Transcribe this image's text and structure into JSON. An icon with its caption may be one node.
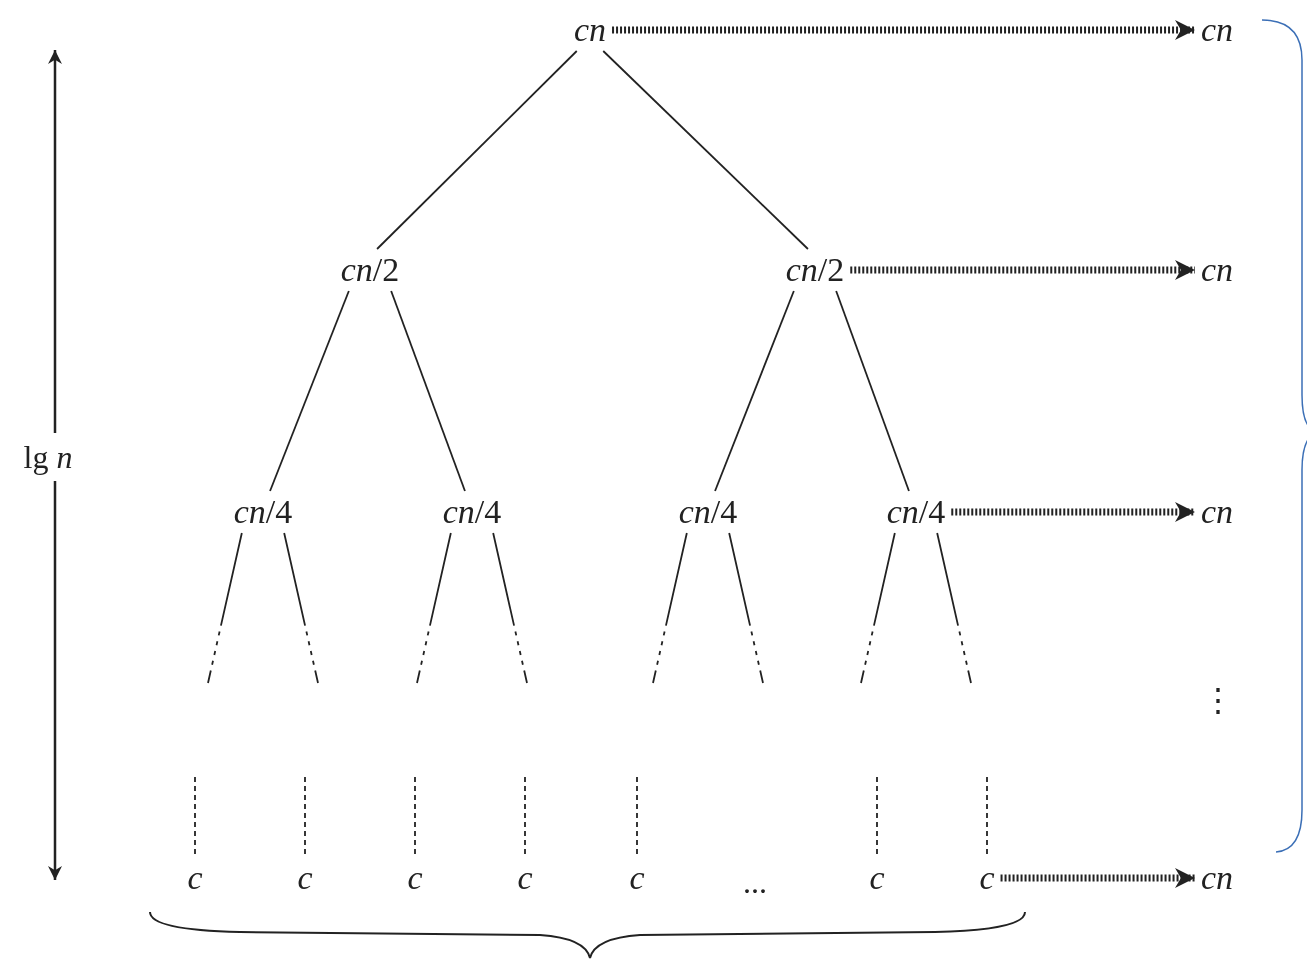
{
  "diagram": {
    "nodes": [
      {
        "text": [
          "cn"
        ]
      },
      {
        "text": [
          "*cn*/2"
        ]
      },
      {
        "text": [
          "*cn*/2"
        ]
      },
      {
        "text": [
          "*cn*/4"
        ]
      },
      {
        "text": [
          "*cn*/4"
        ]
      },
      {
        "text": [
          "*cn*/4"
        ]
      },
      {
        "text": [
          "*cn*/4"
        ]
      },
      {
        "text": [
          "c"
        ]
      },
      {
        "text": [
          "c"
        ]
      },
      {
        "text": [
          "c"
        ]
      },
      {
        "text": [
          "c"
        ]
      },
      {
        "text": [
          "c"
        ]
      },
      {
        "text": [
          "c"
        ]
      },
      {
        "text": [
          "c"
        ]
      },
      {
        "text": [
          "cn"
        ]
      },
      {
        "text": [
          "cn"
        ]
      },
      {
        "text": [
          "cn"
        ]
      },
      {
        "text": [
          "cn"
        ]
      }
    ],
    "edges": [
      {
        "from": 0,
        "to": 1,
        "arrow": "none"
      },
      {
        "from": 0,
        "to": 2,
        "arrow": "none"
      },
      {
        "from": 1,
        "to": 3,
        "arrow": "none"
      },
      {
        "from": 1,
        "to": 4,
        "arrow": "none"
      },
      {
        "from": 2,
        "to": 5,
        "arrow": "none"
      },
      {
        "from": 2,
        "to": 6,
        "arrow": "none"
      },
      {
        "from": 3,
        "to": null,
        "arrow": "none",
        "style": "dashed"
      },
      {
        "from": 3,
        "to": null,
        "arrow": "none",
        "style": "dashed"
      },
      {
        "from": 4,
        "to": null,
        "arrow": "none",
        "style": "dashed"
      },
      {
        "from": 4,
        "to": null,
        "arrow": "none",
        "style": "dashed"
      },
      {
        "from": 5,
        "to": null,
        "arrow": "none",
        "style": "dashed"
      },
      {
        "from": 5,
        "to": null,
        "arrow": "none",
        "style": "dashed"
      },
      {
        "from": 6,
        "to": null,
        "arrow": "none",
        "style": "dashed"
      },
      {
        "from": 6,
        "to": null,
        "arrow": "none",
        "style": "dashed"
      },
      {
        "from": null,
        "to": 7,
        "arrow": "none",
        "style": "dashed"
      },
      {
        "from": null,
        "to": 8,
        "arrow": "none",
        "style": "dashed"
      },
      {
        "from": null,
        "to": 9,
        "arrow": "none",
        "style": "dashed"
      },
      {
        "from": null,
        "to": 10,
        "arrow": "none",
        "style": "dashed"
      },
      {
        "from": null,
        "to": 11,
        "arrow": "none",
        "style": "dashed"
      },
      {
        "from": null,
        "to": 12,
        "arrow": "none",
        "style": "dashed"
      },
      {
        "from": null,
        "to": 13,
        "arrow": "none",
        "style": "dashed"
      },
      {
        "from": 0,
        "to": 14,
        "arrow": "to",
        "style": "dashed"
      },
      {
        "from": 2,
        "to": 15,
        "arrow": "to",
        "style": "dashed"
      },
      {
        "from": 6,
        "to": 16,
        "arrow": "to",
        "style": "dashed"
      },
      {
        "from": 13,
        "to": 17,
        "arrow": "to",
        "style": "dashed"
      }
    ],
    "labels": [
      "lg *n*",
      "...",
      "⋮"
    ]
  }
}
